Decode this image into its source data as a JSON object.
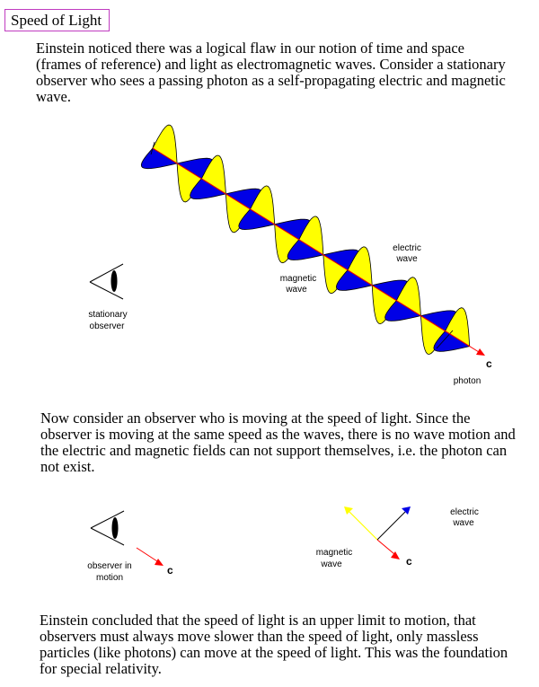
{
  "page": {
    "title": "Speed of Light",
    "paragraph1": "Einstein noticed there was a logical flaw in our notion of time and space (frames of reference) and light as electromagnetic waves.  Consider a stationary observer who sees a passing photon as a self-propagating electric and magnetic wave.",
    "paragraph2": "Now consider an observer who is moving at the speed of light.  Since the observer is moving at the same speed as the waves, there is no wave motion and the electric and magnetic fields can not support themselves, i.e. the photon can not exist.",
    "paragraph3": "Einstein concluded that the speed of light is an upper limit to motion, that observers must always move slower than the speed of light, only massless particles (like photons) can move at the speed of light.  This was the foundation for special relativity."
  },
  "diagram1": {
    "electric_label_1": "electric",
    "electric_label_2": "wave",
    "magnetic_label_1": "magnetic",
    "magnetic_label_2": "wave",
    "observer_label_1": "stationary",
    "observer_label_2": "observer",
    "photon_label": "photon",
    "speed_label": "c"
  },
  "diagram2": {
    "observer_label_1": "observer in",
    "observer_label_2": "motion",
    "speed_label_observer": "c",
    "magnetic_label_1": "magnetic",
    "magnetic_label_2": "wave",
    "electric_label_1": "electric",
    "electric_label_2": "wave",
    "speed_label_field": "c"
  },
  "colors": {
    "electric": "#ffff00",
    "magnetic": "#0000e6",
    "propagation": "#ff0000",
    "title_border": "#c03cc0"
  }
}
